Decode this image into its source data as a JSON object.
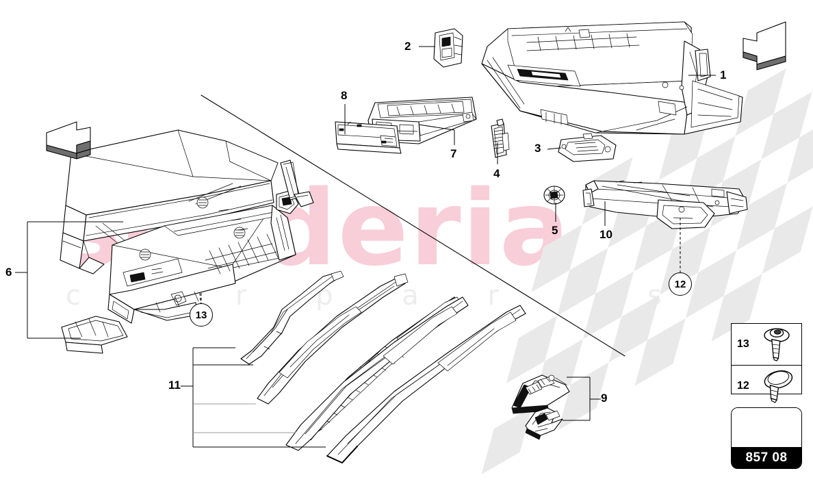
{
  "diagram": {
    "code": "857 08",
    "watermark_primary": "scuderia",
    "watermark_secondary": "c a r p a r t s",
    "watermark_primary_color": "#f8ced8",
    "watermark_secondary_color": "#ededed",
    "line_color": "#000000",
    "background_color": "#ffffff"
  },
  "callouts": {
    "c1": "1",
    "c2": "2",
    "c3": "3",
    "c4": "4",
    "c5": "5",
    "c6": "6",
    "c7": "7",
    "c8": "8",
    "c9": "9",
    "c10": "10",
    "c11": "11",
    "c12": "12",
    "c13": "13"
  },
  "legend": {
    "rows": [
      {
        "number": "13",
        "icon": "screw-icon"
      },
      {
        "number": "12",
        "icon": "rivet-icon"
      }
    ]
  },
  "code_plate": {
    "code": "857 08"
  },
  "arrows": [
    {
      "name": "orientation-arrow-left",
      "direction": "up-left"
    },
    {
      "name": "orientation-arrow-right",
      "direction": "up-right"
    }
  ]
}
